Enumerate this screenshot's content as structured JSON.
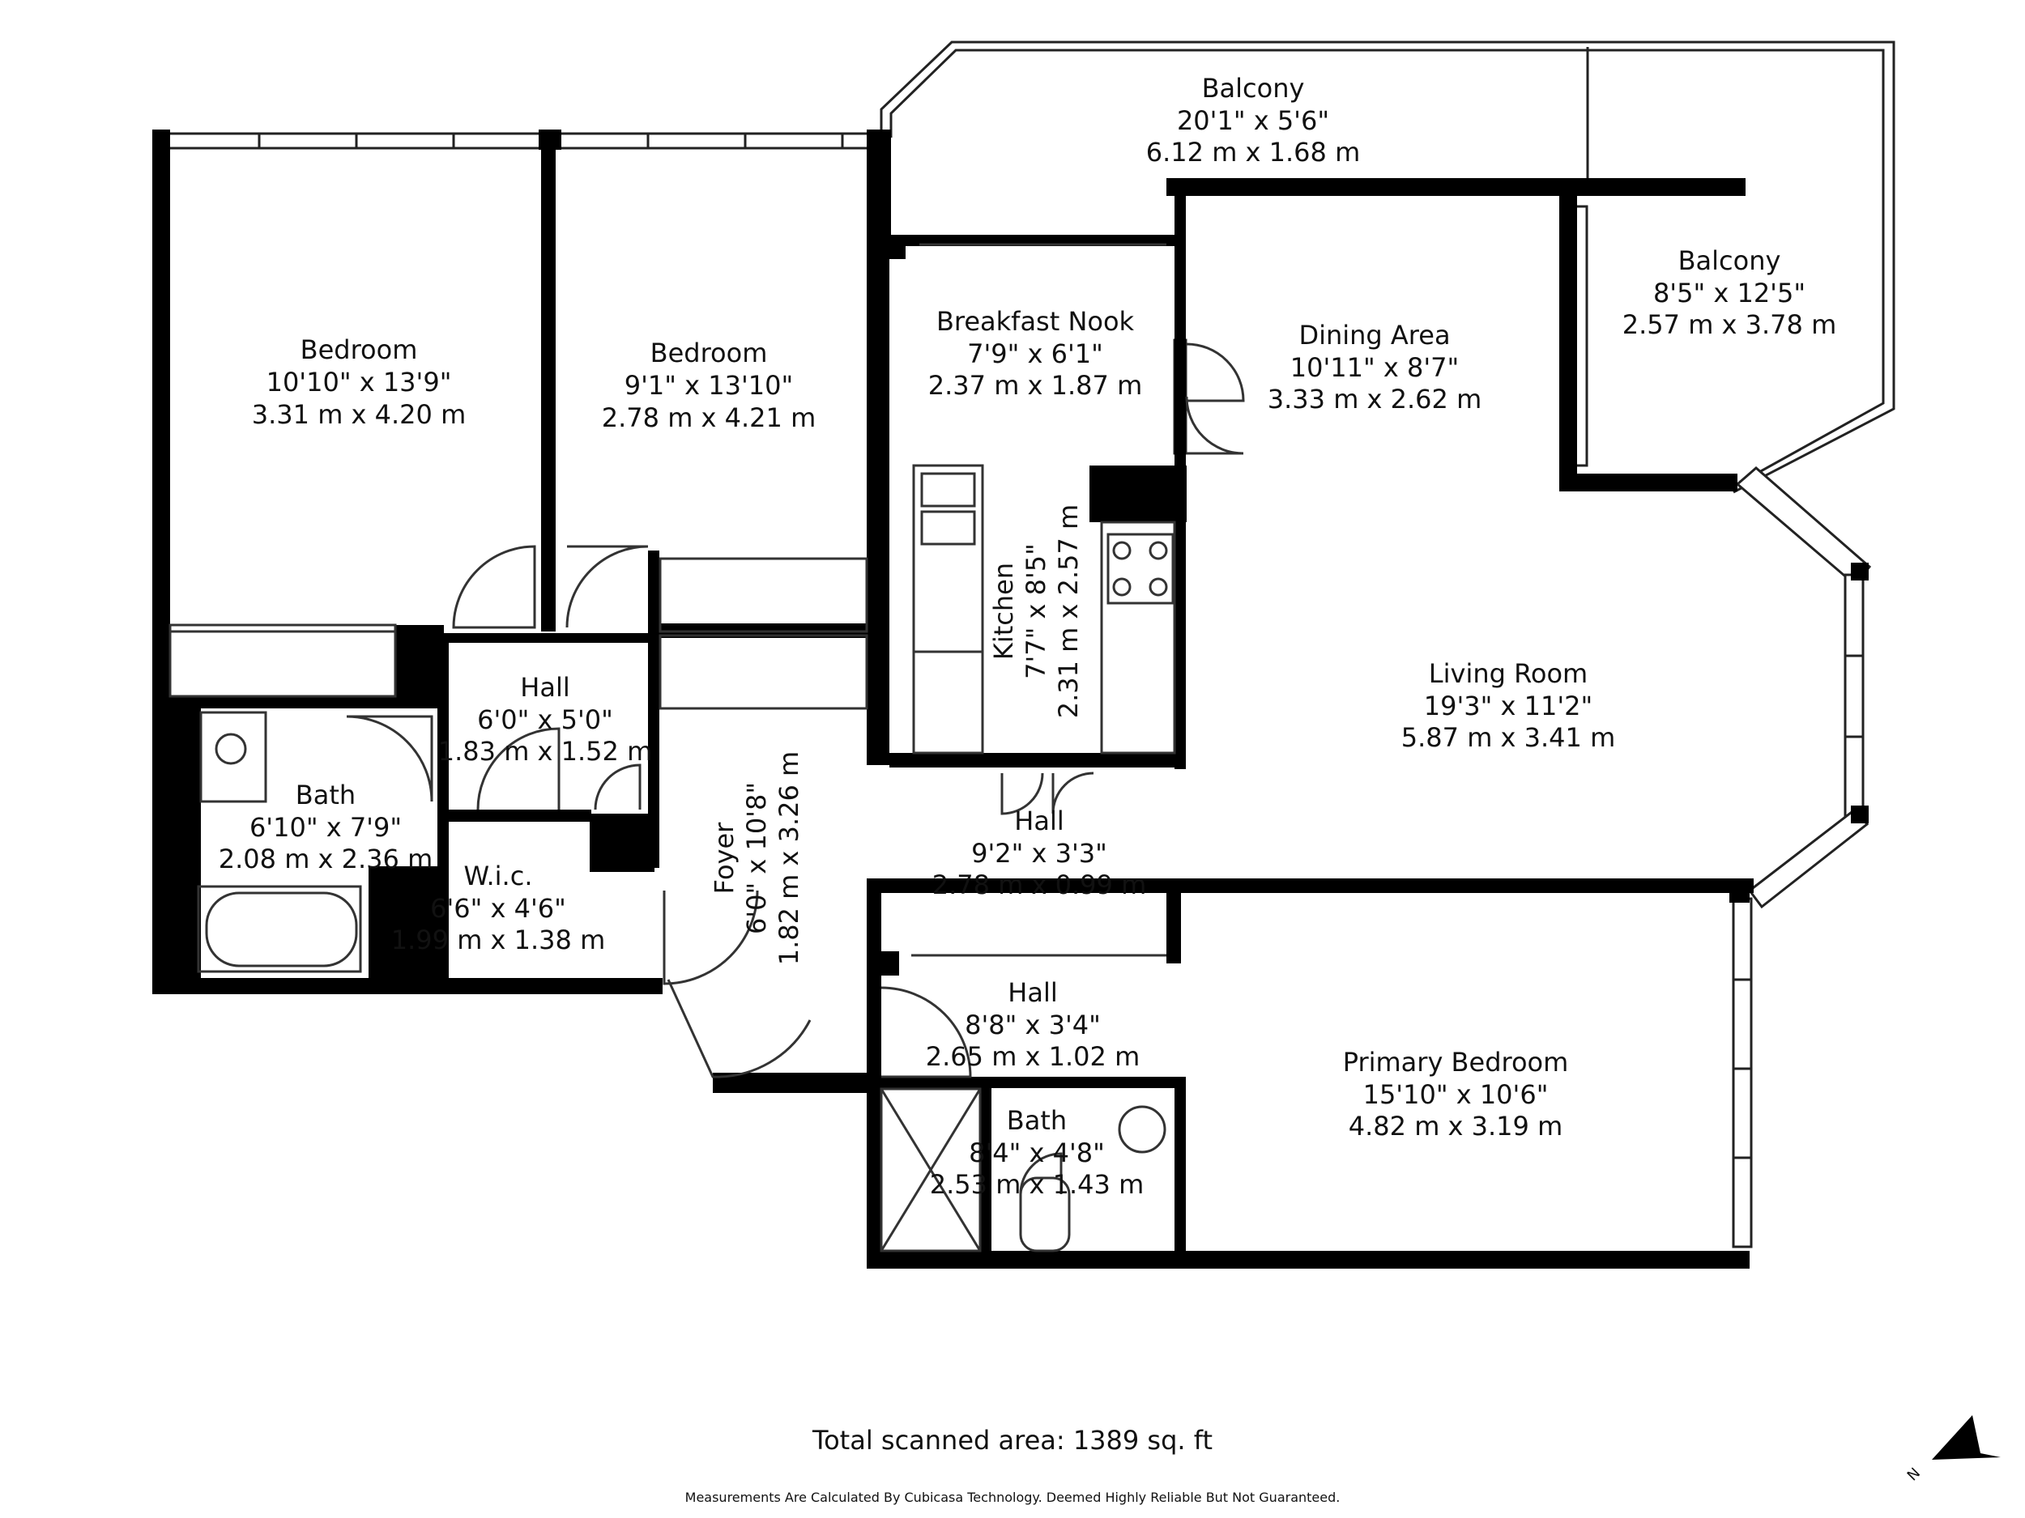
{
  "rooms": {
    "bedroom_1": {
      "name": "Bedroom",
      "imperial": "10'10\" x 13'9\"",
      "metric": "3.31 m x 4.20 m"
    },
    "bedroom_2": {
      "name": "Bedroom",
      "imperial": "9'1\" x 13'10\"",
      "metric": "2.78 m x 4.21 m"
    },
    "balcony_top": {
      "name": "Balcony",
      "imperial": "20'1\" x 5'6\"",
      "metric": "6.12 m x 1.68 m"
    },
    "balcony_right": {
      "name": "Balcony",
      "imperial": "8'5\" x 12'5\"",
      "metric": "2.57 m x 3.78 m"
    },
    "breakfast_nook": {
      "name": "Breakfast Nook",
      "imperial": "7'9\" x 6'1\"",
      "metric": "2.37 m x 1.87 m"
    },
    "dining_area": {
      "name": "Dining Area",
      "imperial": "10'11\" x 8'7\"",
      "metric": "3.33 m x 2.62 m"
    },
    "kitchen": {
      "name": "Kitchen",
      "imperial": "7'7\" x 8'5\"",
      "metric": "2.31 m x 2.57 m"
    },
    "living_room": {
      "name": "Living Room",
      "imperial": "19'3\" x 11'2\"",
      "metric": "5.87 m x 3.41 m"
    },
    "hall_upper": {
      "name": "Hall",
      "imperial": "6'0\" x 5'0\"",
      "metric": "1.83 m x 1.52 m"
    },
    "bath_left": {
      "name": "Bath",
      "imperial": "6'10\" x 7'9\"",
      "metric": "2.08 m x 2.36 m"
    },
    "wic": {
      "name": "W.i.c.",
      "imperial": "6'6\" x 4'6\"",
      "metric": "1.99 m x 1.38 m"
    },
    "foyer": {
      "name": "Foyer",
      "imperial": "6'0\" x 10'8\"",
      "metric": "1.82 m x 3.26 m"
    },
    "hall_center": {
      "name": "Hall",
      "imperial": "9'2\" x 3'3\"",
      "metric": "2.78 m x 0.99 m"
    },
    "hall_lower": {
      "name": "Hall",
      "imperial": "8'8\" x 3'4\"",
      "metric": "2.65 m x 1.02 m"
    },
    "bath_lower": {
      "name": "Bath",
      "imperial": "8'4\" x 4'8\"",
      "metric": "2.53 m x 1.43 m"
    },
    "primary_bedroom": {
      "name": "Primary Bedroom",
      "imperial": "15'10\" x 10'6\"",
      "metric": "4.82 m x 3.19 m"
    }
  },
  "footer": {
    "total_area": "Total scanned area: 1389 sq. ft",
    "disclaimer": "Measurements Are Calculated By Cubicasa Technology. Deemed Highly Reliable But Not Guaranteed."
  },
  "compass": {
    "north_label": "N"
  },
  "colors": {
    "wall": "#000000",
    "background": "#ffffff",
    "thin_line": "#333333"
  }
}
